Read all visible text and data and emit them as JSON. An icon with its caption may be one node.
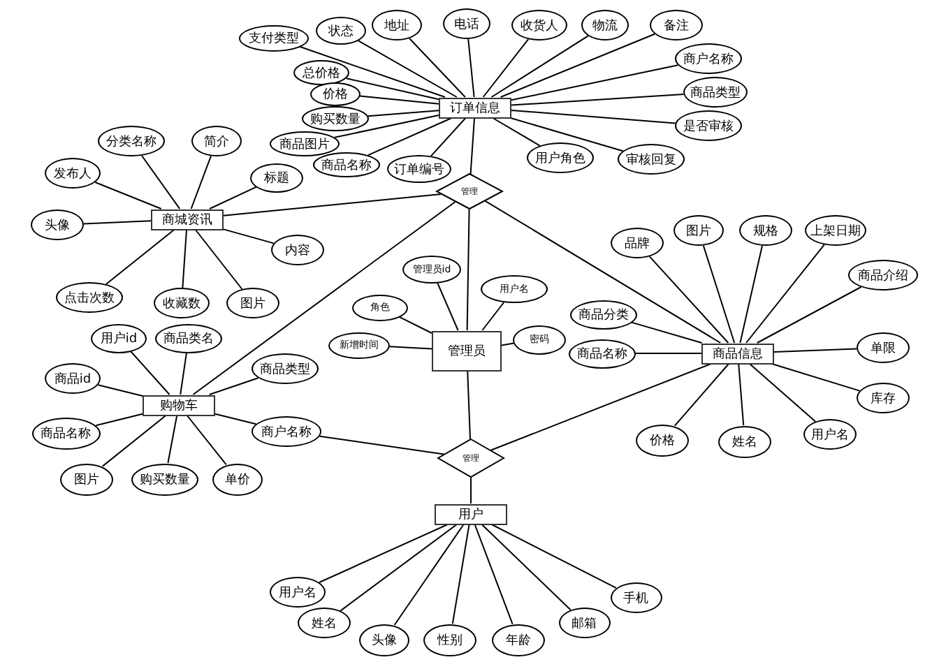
{
  "diagram": {
    "nodes": [
      {
        "text": [
          "订单信息"
        ]
      },
      {
        "text": [
          "地址"
        ]
      },
      {
        "text": [
          "电话"
        ]
      },
      {
        "text": [
          "收货人"
        ]
      },
      {
        "text": [
          "物流"
        ]
      },
      {
        "text": [
          "备注"
        ]
      },
      {
        "text": [
          "状态"
        ]
      },
      {
        "text": [
          "支付类型"
        ]
      },
      {
        "text": [
          "总价格"
        ]
      },
      {
        "text": [
          "价格"
        ]
      },
      {
        "text": [
          "购买数量"
        ]
      },
      {
        "text": [
          "商品图片"
        ]
      },
      {
        "text": [
          "商品名称"
        ]
      },
      {
        "text": [
          "订单编号"
        ]
      },
      {
        "text": [
          "用户角色"
        ]
      },
      {
        "text": [
          "审核回复"
        ]
      },
      {
        "text": [
          "是否审核"
        ]
      },
      {
        "text": [
          "商品类型"
        ]
      },
      {
        "text": [
          "商户名称"
        ]
      },
      {
        "text": [
          "管理"
        ]
      },
      {
        "text": [
          "商城资讯"
        ]
      },
      {
        "text": [
          "分类名称"
        ]
      },
      {
        "text": [
          "简介"
        ]
      },
      {
        "text": [
          "发布人"
        ]
      },
      {
        "text": [
          "标题"
        ]
      },
      {
        "text": [
          "头像"
        ]
      },
      {
        "text": [
          "内容"
        ]
      },
      {
        "text": [
          "点击次数"
        ]
      },
      {
        "text": [
          "收藏数"
        ]
      },
      {
        "text": [
          "图片"
        ]
      },
      {
        "text": [
          "管理员"
        ]
      },
      {
        "text": [
          "管理员id"
        ]
      },
      {
        "text": [
          "用户名"
        ]
      },
      {
        "text": [
          "角色"
        ]
      },
      {
        "text": [
          "新增时间"
        ]
      },
      {
        "text": [
          "密码"
        ]
      },
      {
        "text": [
          "商品信息"
        ]
      },
      {
        "text": [
          "品牌"
        ]
      },
      {
        "text": [
          "图片"
        ]
      },
      {
        "text": [
          "规格"
        ]
      },
      {
        "text": [
          "上架日期"
        ]
      },
      {
        "text": [
          "商品介绍"
        ]
      },
      {
        "text": [
          "商品分类"
        ]
      },
      {
        "text": [
          "商品名称"
        ]
      },
      {
        "text": [
          "单限"
        ]
      },
      {
        "text": [
          "库存"
        ]
      },
      {
        "text": [
          "价格"
        ]
      },
      {
        "text": [
          "姓名"
        ]
      },
      {
        "text": [
          "用户名"
        ]
      },
      {
        "text": [
          "购物车"
        ]
      },
      {
        "text": [
          "用户id"
        ]
      },
      {
        "text": [
          "商品类名"
        ]
      },
      {
        "text": [
          "商品id"
        ]
      },
      {
        "text": [
          "商品类型"
        ]
      },
      {
        "text": [
          "商品名称"
        ]
      },
      {
        "text": [
          "商户名称"
        ]
      },
      {
        "text": [
          "图片"
        ]
      },
      {
        "text": [
          "购买数量"
        ]
      },
      {
        "text": [
          "单价"
        ]
      },
      {
        "text": [
          "管理"
        ]
      },
      {
        "text": [
          "用户"
        ]
      },
      {
        "text": [
          "用户名"
        ]
      },
      {
        "text": [
          "姓名"
        ]
      },
      {
        "text": [
          "头像"
        ]
      },
      {
        "text": [
          "性别"
        ]
      },
      {
        "text": [
          "年龄"
        ]
      },
      {
        "text": [
          "邮箱"
        ]
      },
      {
        "text": [
          "手机"
        ]
      }
    ],
    "edges": [
      {
        "from": 0,
        "to": 1,
        "arrow": "none"
      },
      {
        "from": 0,
        "to": 2,
        "arrow": "none"
      },
      {
        "from": 0,
        "to": 3,
        "arrow": "none"
      },
      {
        "from": 0,
        "to": 4,
        "arrow": "none"
      },
      {
        "from": 0,
        "to": 5,
        "arrow": "none"
      },
      {
        "from": 0,
        "to": 6,
        "arrow": "none"
      },
      {
        "from": 0,
        "to": 7,
        "arrow": "none"
      },
      {
        "from": 0,
        "to": 8,
        "arrow": "none"
      },
      {
        "from": 0,
        "to": 9,
        "arrow": "none"
      },
      {
        "from": 0,
        "to": 10,
        "arrow": "none"
      },
      {
        "from": 0,
        "to": 11,
        "arrow": "none"
      },
      {
        "from": 0,
        "to": 12,
        "arrow": "none"
      },
      {
        "from": 0,
        "to": 13,
        "arrow": "none"
      },
      {
        "from": 0,
        "to": 14,
        "arrow": "none"
      },
      {
        "from": 0,
        "to": 15,
        "arrow": "none"
      },
      {
        "from": 0,
        "to": 16,
        "arrow": "none"
      },
      {
        "from": 0,
        "to": 17,
        "arrow": "none"
      },
      {
        "from": 0,
        "to": 18,
        "arrow": "none"
      },
      {
        "from": 0,
        "to": 19,
        "arrow": "none"
      },
      {
        "from": 19,
        "to": 20,
        "arrow": "none"
      },
      {
        "from": 19,
        "to": 49,
        "arrow": "none"
      },
      {
        "from": 19,
        "to": 30,
        "arrow": "none"
      },
      {
        "from": 19,
        "to": 36,
        "arrow": "none"
      },
      {
        "from": 20,
        "to": 21,
        "arrow": "none"
      },
      {
        "from": 20,
        "to": 22,
        "arrow": "none"
      },
      {
        "from": 20,
        "to": 23,
        "arrow": "none"
      },
      {
        "from": 20,
        "to": 24,
        "arrow": "none"
      },
      {
        "from": 20,
        "to": 25,
        "arrow": "none"
      },
      {
        "from": 20,
        "to": 26,
        "arrow": "none"
      },
      {
        "from": 20,
        "to": 27,
        "arrow": "none"
      },
      {
        "from": 20,
        "to": 28,
        "arrow": "none"
      },
      {
        "from": 20,
        "to": 29,
        "arrow": "none"
      },
      {
        "from": 30,
        "to": 31,
        "arrow": "none"
      },
      {
        "from": 30,
        "to": 32,
        "arrow": "none"
      },
      {
        "from": 30,
        "to": 33,
        "arrow": "none"
      },
      {
        "from": 30,
        "to": 34,
        "arrow": "none"
      },
      {
        "from": 30,
        "to": 35,
        "arrow": "none"
      },
      {
        "from": 36,
        "to": 37,
        "arrow": "none"
      },
      {
        "from": 36,
        "to": 38,
        "arrow": "none"
      },
      {
        "from": 36,
        "to": 39,
        "arrow": "none"
      },
      {
        "from": 36,
        "to": 40,
        "arrow": "none"
      },
      {
        "from": 36,
        "to": 41,
        "arrow": "none"
      },
      {
        "from": 36,
        "to": 42,
        "arrow": "none"
      },
      {
        "from": 36,
        "to": 43,
        "arrow": "none"
      },
      {
        "from": 36,
        "to": 44,
        "arrow": "none"
      },
      {
        "from": 36,
        "to": 45,
        "arrow": "none"
      },
      {
        "from": 36,
        "to": 46,
        "arrow": "none"
      },
      {
        "from": 36,
        "to": 47,
        "arrow": "none"
      },
      {
        "from": 36,
        "to": 48,
        "arrow": "none"
      },
      {
        "from": 49,
        "to": 50,
        "arrow": "none"
      },
      {
        "from": 49,
        "to": 51,
        "arrow": "none"
      },
      {
        "from": 49,
        "to": 52,
        "arrow": "none"
      },
      {
        "from": 49,
        "to": 53,
        "arrow": "none"
      },
      {
        "from": 49,
        "to": 54,
        "arrow": "none"
      },
      {
        "from": 49,
        "to": 55,
        "arrow": "none"
      },
      {
        "from": 49,
        "to": 56,
        "arrow": "none"
      },
      {
        "from": 49,
        "to": 57,
        "arrow": "none"
      },
      {
        "from": 49,
        "to": 58,
        "arrow": "none"
      },
      {
        "from": 55,
        "to": 59,
        "arrow": "none"
      },
      {
        "from": 30,
        "to": 59,
        "arrow": "none"
      },
      {
        "from": 59,
        "to": 36,
        "arrow": "none"
      },
      {
        "from": 59,
        "to": 60,
        "arrow": "none"
      },
      {
        "from": 60,
        "to": 61,
        "arrow": "none"
      },
      {
        "from": 60,
        "to": 62,
        "arrow": "none"
      },
      {
        "from": 60,
        "to": 63,
        "arrow": "none"
      },
      {
        "from": 60,
        "to": 64,
        "arrow": "none"
      },
      {
        "from": 60,
        "to": 65,
        "arrow": "none"
      },
      {
        "from": 60,
        "to": 66,
        "arrow": "none"
      },
      {
        "from": 60,
        "to": 67,
        "arrow": "none"
      }
    ]
  }
}
